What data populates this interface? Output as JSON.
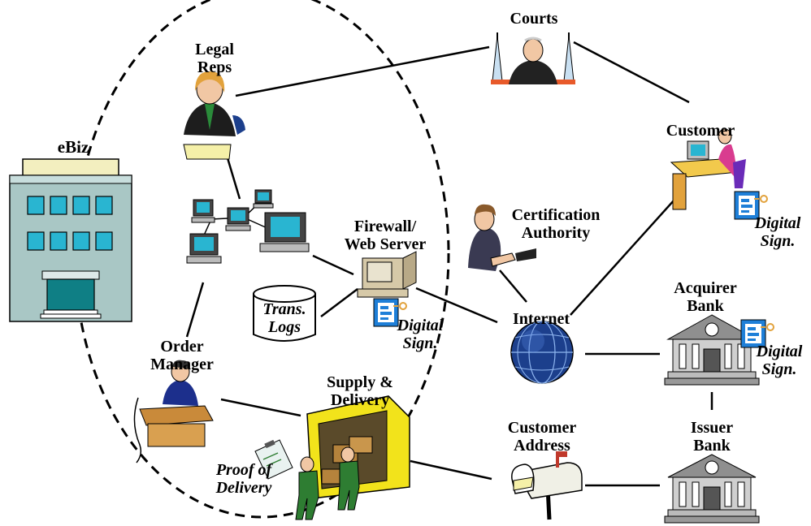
{
  "diagram": {
    "nodes": {
      "courts": "Courts",
      "legal_reps": [
        "Legal",
        "Reps"
      ],
      "ebiz": "eBiz",
      "customer": "Customer",
      "certification_authority": [
        "Certification",
        "Authority"
      ],
      "firewall": [
        "Firewall/",
        "Web Server"
      ],
      "trans_logs": [
        "Trans.",
        "Logs"
      ],
      "internet": "Internet",
      "acquirer_bank": [
        "Acquirer",
        "Bank"
      ],
      "order_manager": [
        "Order",
        "Manager"
      ],
      "supply_delivery": [
        "Supply &",
        "Delivery"
      ],
      "customer_address": [
        "Customer",
        "Address"
      ],
      "issuer_bank": [
        "Issuer",
        "Bank"
      ],
      "proof_of_delivery": [
        "Proof of",
        "Delivery"
      ]
    },
    "digital_signature_label": [
      "Digital",
      "Sign."
    ],
    "colors": {
      "building": "#a9c7c5",
      "window": "#29b5d1",
      "globe": "#1c3f8c",
      "truck": "#f2e31b",
      "signature_icon": "#1e7fd8",
      "worker": "#2e7d32"
    }
  }
}
